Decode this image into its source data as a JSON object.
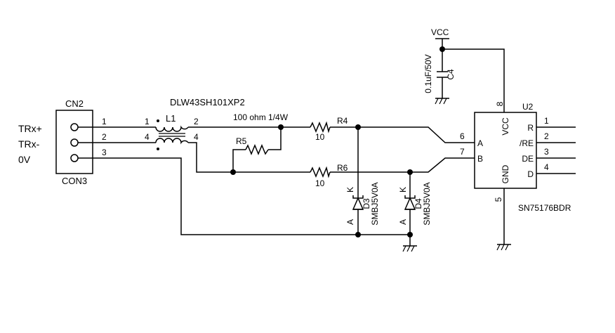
{
  "connector": {
    "ref": "CN2",
    "value": "CON3",
    "pins": [
      "1",
      "2",
      "3"
    ],
    "signals": [
      "TRx+",
      "TRx-",
      "0V"
    ]
  },
  "choke": {
    "ref": "L1",
    "part": "DLW43SH101XP2",
    "pins": [
      "1",
      "2",
      "4",
      "4"
    ]
  },
  "r5": {
    "ref": "R5",
    "value": "100 ohm 1/4W"
  },
  "r4": {
    "ref": "R4",
    "value": "10"
  },
  "r6": {
    "ref": "R6",
    "value": "10"
  },
  "d3": {
    "ref": "D3",
    "part": "SMBJ5V0A",
    "k": "K",
    "a": "A"
  },
  "d4": {
    "ref": "D4",
    "part": "SMBJ5V0A",
    "k": "K",
    "a": "A"
  },
  "c4": {
    "ref": "C4",
    "value": "0.1uF/50V"
  },
  "supply": {
    "vcc": "VCC"
  },
  "ic": {
    "ref": "U2",
    "part": "SN75176BDR",
    "vcc_label": "VCC",
    "gnd_label": "GND",
    "vcc_pin": "8",
    "gnd_pin": "5",
    "left_pins": [
      {
        "num": "6",
        "name": "A"
      },
      {
        "num": "7",
        "name": "B"
      }
    ],
    "right_pins": [
      {
        "num": "1",
        "name": "R"
      },
      {
        "num": "2",
        "name": "/RE"
      },
      {
        "num": "3",
        "name": "DE"
      },
      {
        "num": "4",
        "name": "D"
      }
    ]
  }
}
